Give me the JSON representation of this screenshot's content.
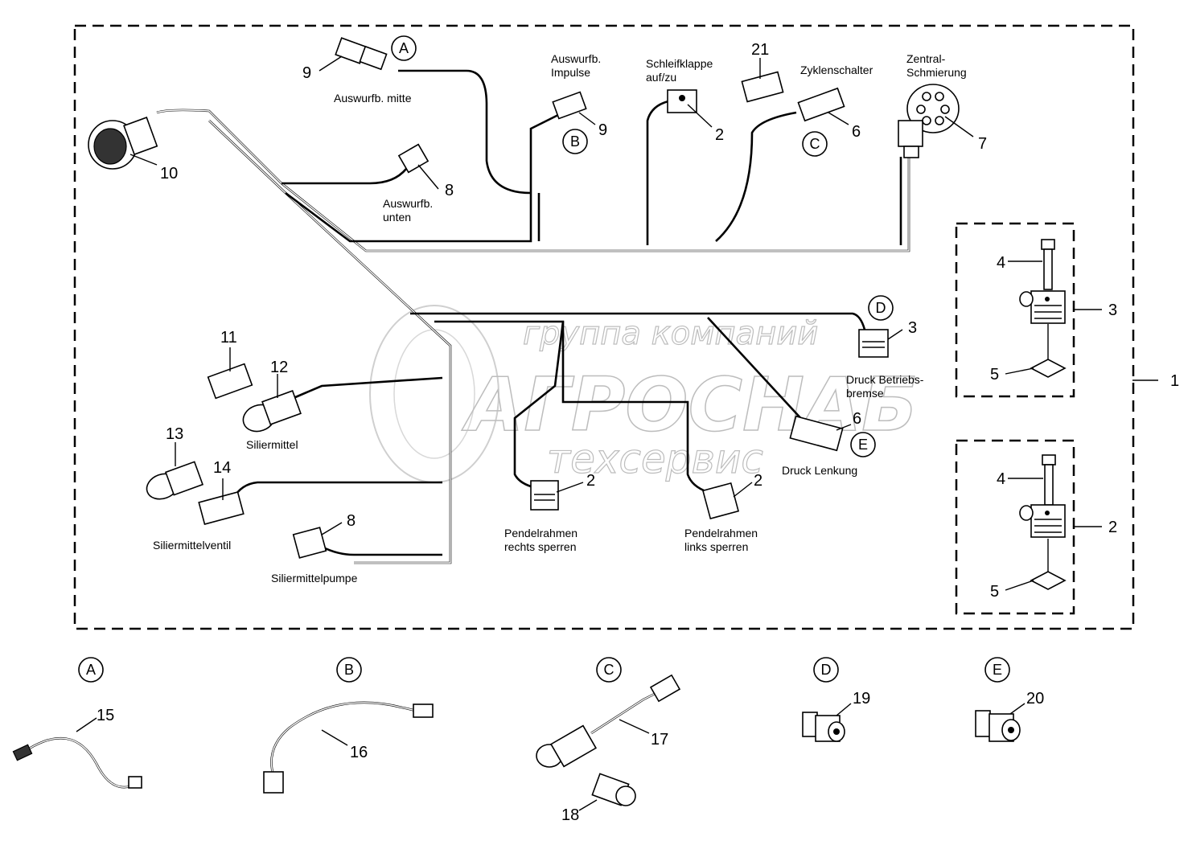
{
  "labels": {
    "auswurfb_mitte": "Auswurfb. mitte",
    "auswurfb_impulse_1": "Auswurfb.",
    "auswurfb_impulse_2": "Impulse",
    "schleifklappe_1": "Schleifklappe",
    "schleifklappe_2": "auf/zu",
    "zyklenschalter": "Zyklenschalter",
    "zentral_1": "Zentral-",
    "zentral_2": "Schmierung",
    "auswurfb_unten_1": "Auswurfb.",
    "auswurfb_unten_2": "unten",
    "druck_betriebs_1": "Druck Betriebs-",
    "druck_betriebs_2": "bremse",
    "druck_lenkung": "Druck Lenkung",
    "siliermittel": "Siliermittel",
    "siliermittelventil": "Siliermittelventil",
    "siliermittelpumpe": "Siliermittelpumpe",
    "pendel_rechts_1": "Pendelrahmen",
    "pendel_rechts_2": "rechts sperren",
    "pendel_links_1": "Pendelrahmen",
    "pendel_links_2": "links sperren"
  },
  "callouts": {
    "n9a": "9",
    "n9b": "9",
    "n10": "10",
    "n8a": "8",
    "n2a": "2",
    "n21": "21",
    "n6a": "6",
    "n7": "7",
    "n3a": "3",
    "n4a": "4",
    "n3b": "3",
    "n5a": "5",
    "n1": "1",
    "n4b": "4",
    "n2b": "2",
    "n5b": "5",
    "n11": "11",
    "n12": "12",
    "n13": "13",
    "n14": "14",
    "n8b": "8",
    "n2c": "2",
    "n2d": "2",
    "n6b": "6",
    "n15": "15",
    "n16": "16",
    "n17": "17",
    "n18": "18",
    "n19": "19",
    "n20": "20"
  },
  "letters": {
    "a_top": "A",
    "b_top": "B",
    "c_top": "C",
    "d_top": "D",
    "e_top": "E",
    "a_bottom": "A",
    "b_bottom": "B",
    "c_bottom": "C",
    "d_bottom": "D",
    "e_bottom": "E"
  },
  "watermark": {
    "line1": "группа компаний",
    "line2": "АГРОСНАБ",
    "line3": "техсервис"
  }
}
